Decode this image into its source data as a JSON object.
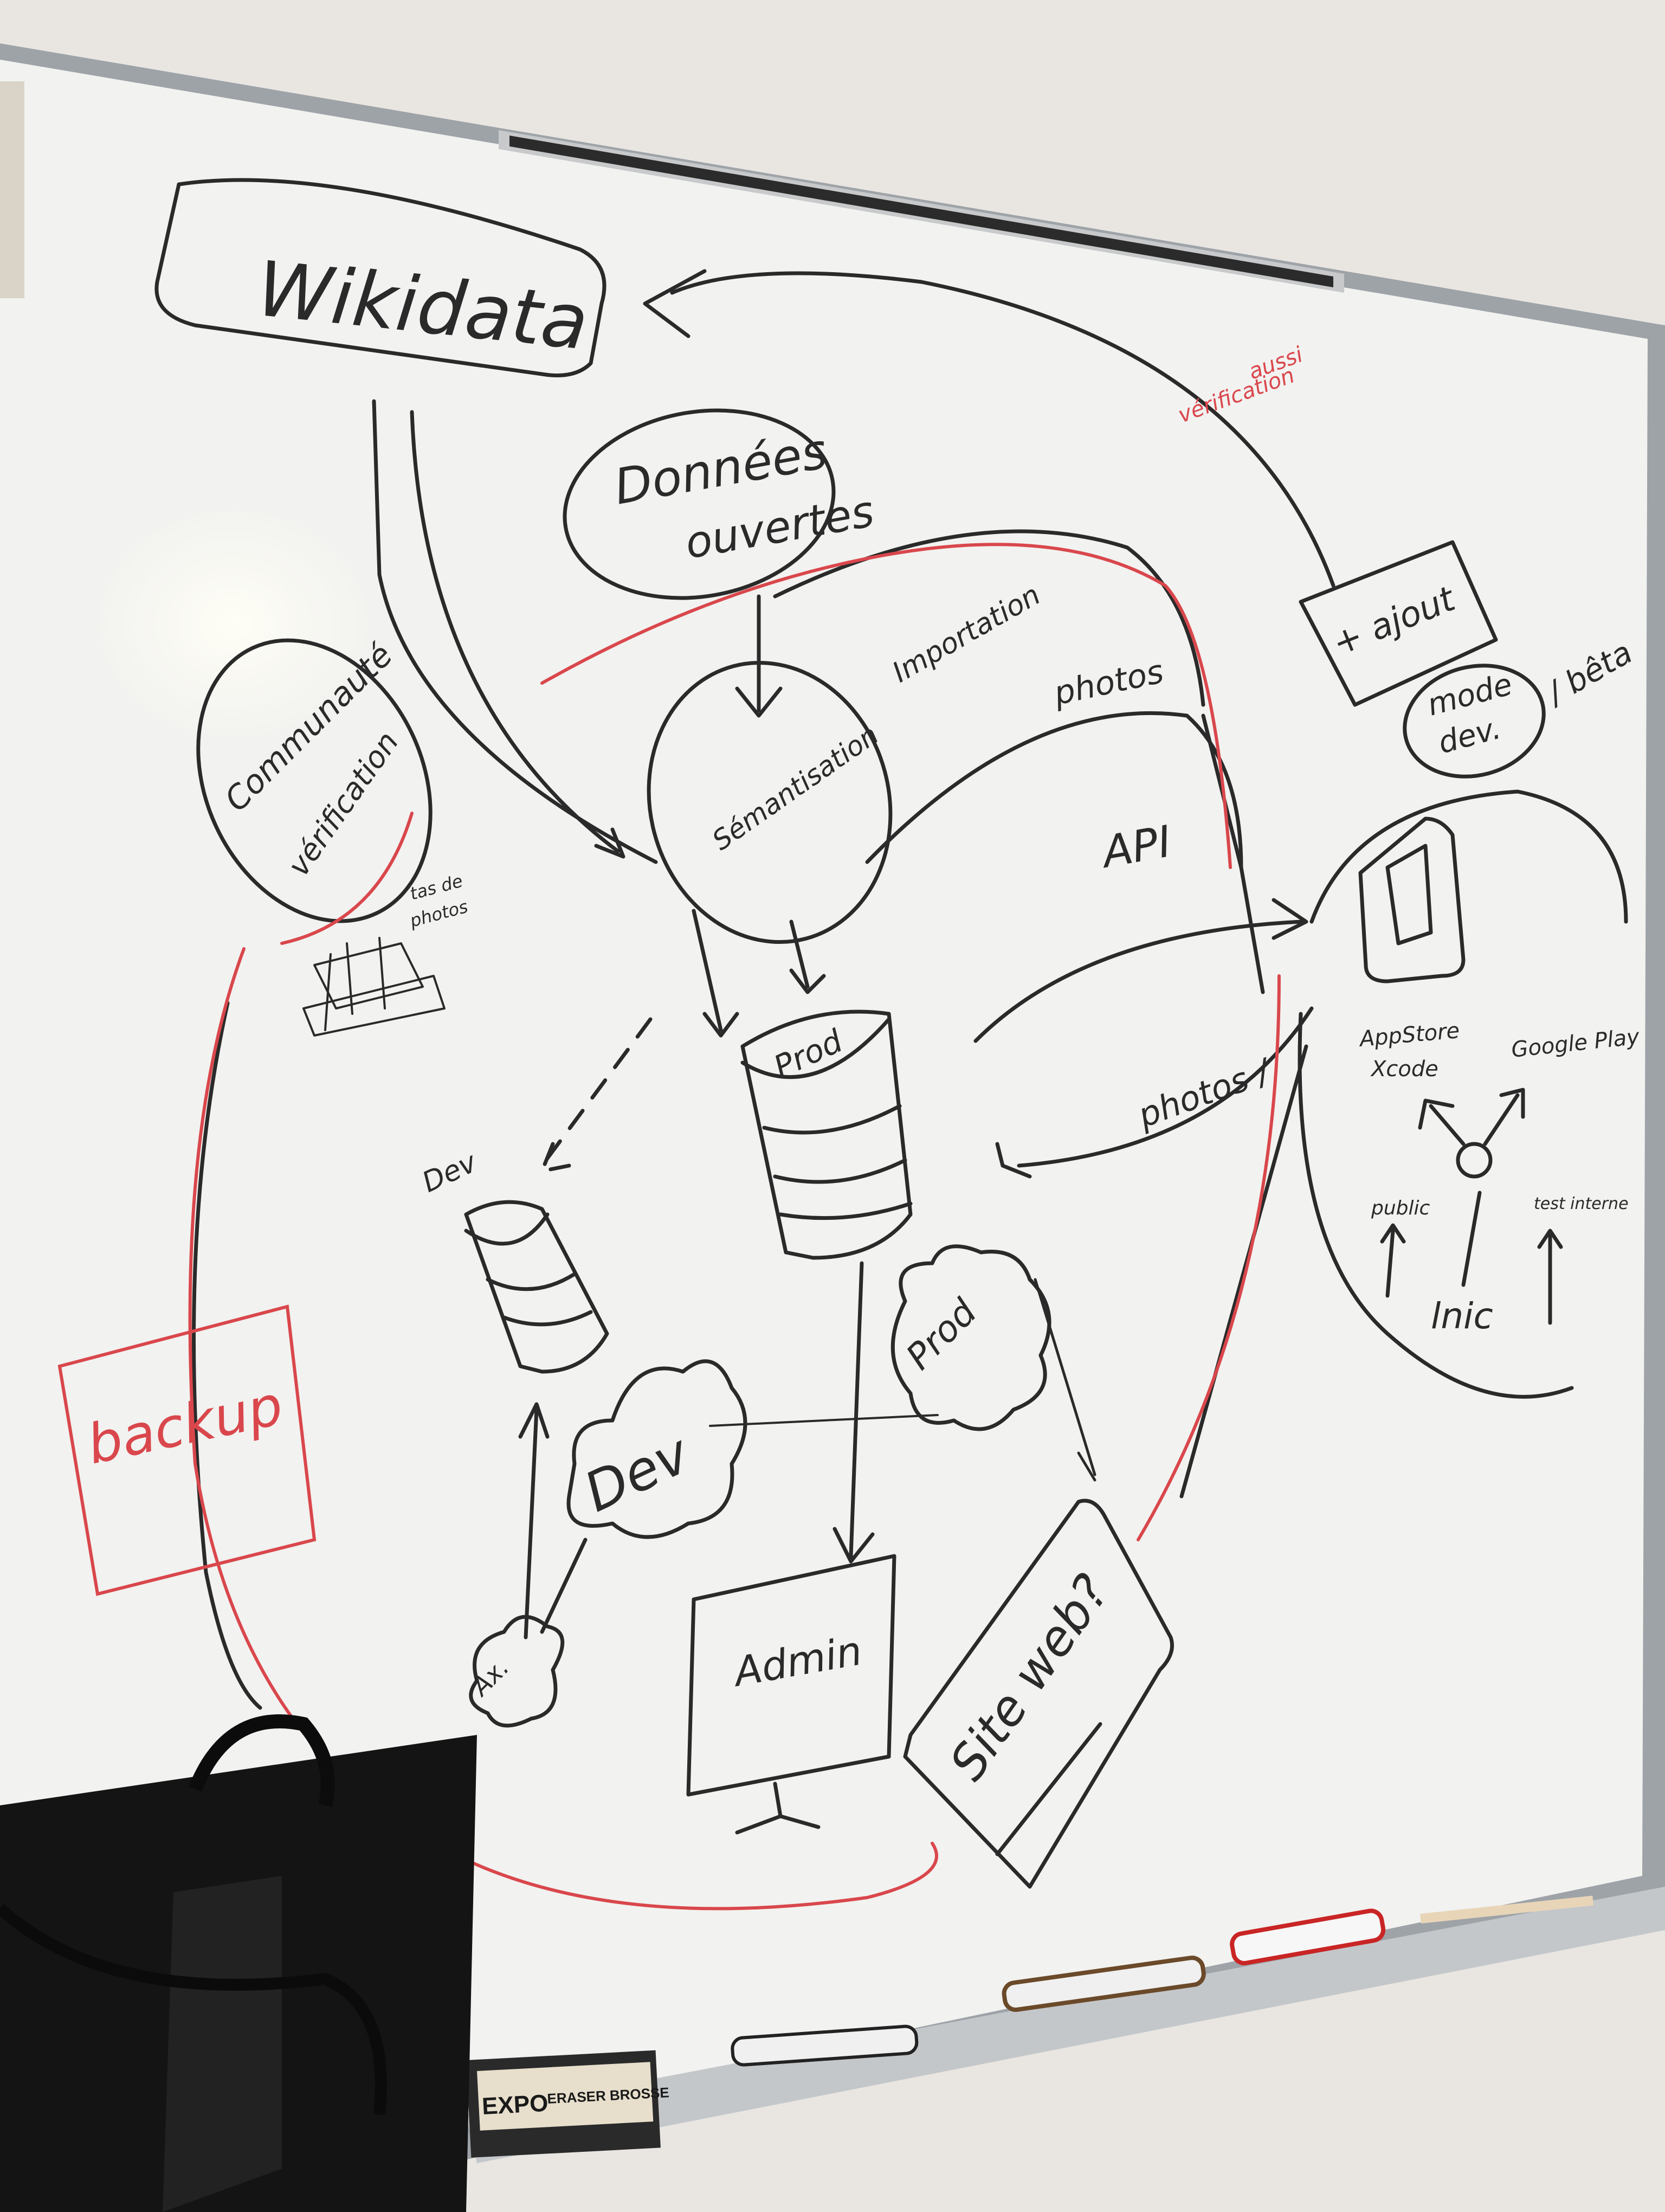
{
  "colors": {
    "wall": "#e9e6e2",
    "board": "#f3f3f1",
    "frame": "#a9adb1",
    "ink_black": "#2a2a2a",
    "ink_red": "#d9474c",
    "monitor": "#151515"
  },
  "whiteboard": {
    "nodes": {
      "wikidata": "Wikidata",
      "donnees_ouvertes_1": "Données",
      "donnees_ouvertes_2": "ouvertes",
      "communaute_1": "Communauté",
      "communaute_2": "vérification",
      "semantique": "Sémantisation",
      "prod_db": "Prod",
      "dev_db": "Dev",
      "prod_cloud": "Prod",
      "dev_cloud": "Dev",
      "admin": "Admin",
      "site_web": "Site web?",
      "backup": "backup",
      "ajout": "+ ajout",
      "mode_dev_1": "mode",
      "mode_dev_2": "dev.",
      "beta": "/ bêta",
      "ax": "Ax."
    },
    "edge_labels": {
      "importation": "Importation",
      "photos_top": "photos",
      "api": "API",
      "photos_bottom": "photos /",
      "verification": "vérification",
      "aussi": "aussi",
      "tas_de_photos_1": "tas de",
      "tas_de_photos_2": "photos"
    },
    "store_labels": {
      "appstore": "AppStore",
      "xcode": "Xcode",
      "google_play": "Google Play",
      "public": "public",
      "test_interne": "test interne",
      "lnic": "lnic"
    }
  },
  "tray": {
    "eraser_brand": "EXPO",
    "eraser_label": "ERASER BROSSE"
  }
}
